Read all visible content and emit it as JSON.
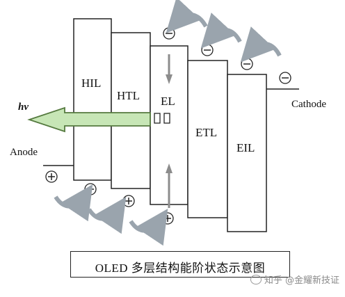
{
  "labels": {
    "hil": "HIL",
    "htl": "HTL",
    "el": "EL",
    "etl": "ETL",
    "eil": "EIL",
    "anode": "Anode",
    "cathode": "Cathode",
    "photon": "hv"
  },
  "caption": "OLED 多层结构能阶状态示意图",
  "watermark": "知乎 @金耀新技证",
  "colors": {
    "arrow_fill": "#c7e6b6",
    "arrow_stroke": "#557a3f",
    "curved_arrow": "#9aa4ad",
    "vertical_arrow": "#8c8c8c",
    "line": "#222222"
  },
  "icons": [
    "electron-icon",
    "hole-icon",
    "photon-arrow-icon",
    "curved-arrow-icon"
  ]
}
